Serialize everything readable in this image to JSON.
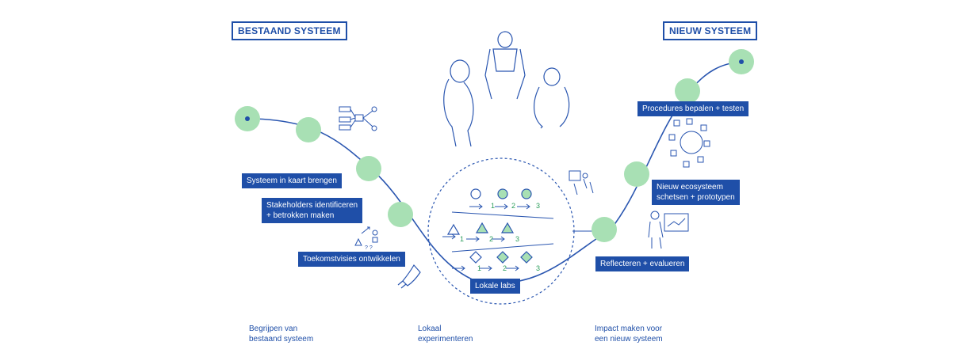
{
  "titles": {
    "existing": "BESTAAND SYSTEEM",
    "new": "NIEUW SYSTEEM"
  },
  "steps": {
    "map": "Systeem in kaart brengen",
    "stakeholders_1": "Stakeholders identificeren",
    "stakeholders_2": "+ betrokken maken",
    "visions": "Toekomstvisies ontwikkelen",
    "labs": "Lokale labs",
    "reflect": "Reflecteren + evalueren",
    "ecosystem_1": "Nieuw ecosysteem",
    "ecosystem_2": "schetsen + prototypen",
    "procedures": "Procedures bepalen + testen"
  },
  "phases": {
    "understand_1": "Begrijpen van",
    "understand_2": "bestaand systeem",
    "experiment_1": "Lokaal",
    "experiment_2": "experimenteren",
    "impact_1": "Impact maken voor",
    "impact_2": "een nieuw systeem"
  },
  "lab_numbers": [
    "1",
    "2",
    "3"
  ],
  "colors": {
    "brand_blue": "#1f4fa8",
    "node_green": "#a8e0b4",
    "line_blue": "#2a56b0"
  },
  "icons": [
    "mindmap-icon",
    "people-group-illustration",
    "network-sketch-icon",
    "rocket-icon",
    "whiteboard-person-icon",
    "team-sketch-icon",
    "people-circle-icon"
  ]
}
